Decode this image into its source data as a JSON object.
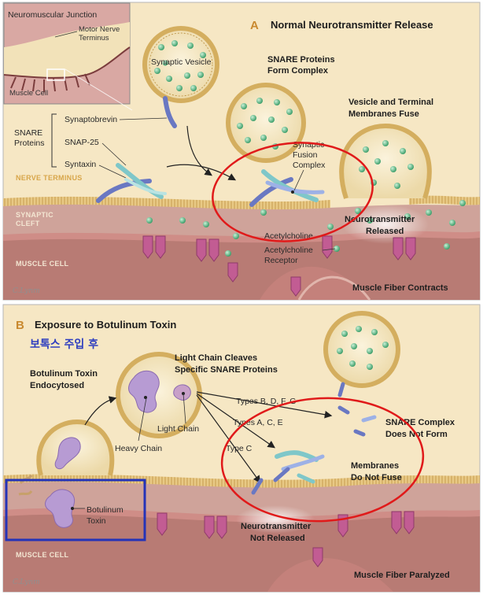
{
  "panel_a": {
    "letter": "A",
    "title": "Normal Neurotransmitter Release",
    "inset": {
      "title": "Neuromuscular Junction",
      "motor_nerve": "Motor Nerve",
      "terminus": "Terminus",
      "muscle_cell": "Muscle Cell"
    },
    "synaptic_vesicle": "Synaptic Vesicle",
    "snare_form_line1": "SNARE Proteins",
    "snare_form_line2": "Form Complex",
    "fuse_line1": "Vesicle and Terminal",
    "fuse_line2": "Membranes Fuse",
    "snare_proteins_line1": "SNARE",
    "snare_proteins_line2": "Proteins",
    "synaptobrevin": "Synaptobrevin",
    "snap25": "SNAP-25",
    "syntaxin": "Syntaxin",
    "fusion_line1": "Synaptic",
    "fusion_line2": "Fusion",
    "fusion_line3": "Complex",
    "nerve_terminus": "NERVE TERMINUS",
    "synaptic_line1": "SYNAPTIC",
    "synaptic_line2": "CLEFT",
    "muscle_cell": "MUSCLE CELL",
    "nt_released_line1": "Neurotransmitter",
    "nt_released_line2": "Released",
    "acetylcholine": "Acetylcholine",
    "ach_receptor_line1": "Acetylcholine",
    "ach_receptor_line2": "Receptor",
    "contracts": "Muscle Fiber Contracts",
    "signature": "C.Lynm"
  },
  "panel_b": {
    "letter": "B",
    "title": "Exposure to Botulinum Toxin",
    "korean_note": "보톡스 주입 후",
    "endocytosed_line1": "Botulinum Toxin",
    "endocytosed_line2": "Endocytosed",
    "cleaves_line1": "Light Chain Cleaves",
    "cleaves_line2": "Specific SNARE Proteins",
    "light_chain": "Light Chain",
    "heavy_chain": "Heavy Chain",
    "types_bdfg": "Types B, D, F, G",
    "types_ace": "Types A, C, E",
    "type_c": "Type C",
    "no_complex_line1": "SNARE Complex",
    "no_complex_line2": "Does Not Form",
    "no_fuse_line1": "Membranes",
    "no_fuse_line2": "Do Not Fuse",
    "toxin_line1": "Botulinum",
    "toxin_line2": "Toxin",
    "not_released_line1": "Neurotransmitter",
    "not_released_line2": "Not Released",
    "muscle_cell": "MUSCLE CELL",
    "paralyzed": "Muscle Fiber Paralyzed",
    "signature": "C.Lynm"
  },
  "colors": {
    "terminal": "#f6e7c4",
    "cleft": "#c79c93",
    "muscle": "#b0706c",
    "membrane": "#d9b36a",
    "vesicle_fill": "#f4e6be",
    "neurotransmitter": "#5fbf8a",
    "receptor": "#c25c93",
    "toxin": "#b79bd3",
    "highlight_red": "#e01a1a",
    "highlight_blue": "#2433b8"
  }
}
